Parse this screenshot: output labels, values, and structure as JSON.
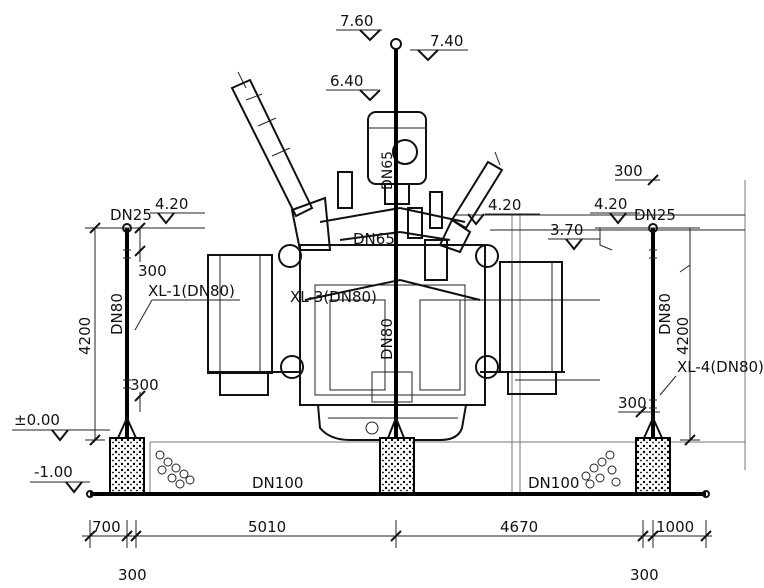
{
  "levels": {
    "l760": "7.60",
    "l740": "7.40",
    "l640": "6.40",
    "l420_left": "4.20",
    "l420_mid": "4.20",
    "l420_right": "4.20",
    "l370": "3.70",
    "l000": "±0.00",
    "lm100": "-1.00"
  },
  "pipes": {
    "dn25_left": "DN25",
    "dn25_right": "DN25",
    "dn80_left": "DN80",
    "dn80_right": "DN80",
    "dn80_center": "DN80",
    "dn65": "DN65",
    "dn65_vertical": "DN65",
    "xl1": "XL-1(DN80)",
    "xl3": "XL-3(DN80)",
    "xl4": "XL-4(DN80)",
    "dn100_left": "DN100",
    "dn100_right": "DN100"
  },
  "dimensions": {
    "h4200_left": "4200",
    "h4200_right": "4200",
    "d300_left_upper": "300",
    "d300_left_lower": "300",
    "d300_right_top": "300",
    "d300_right_lower": "300",
    "d700": "700",
    "d5010": "5010",
    "d4670": "4670",
    "d1000": "1000",
    "d300_bottom_left": "300",
    "d300_bottom_right": "300"
  }
}
